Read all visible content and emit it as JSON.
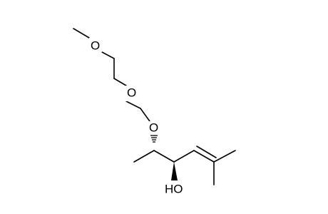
{
  "molecule": {
    "atoms": {
      "o_methoxy": "O",
      "o_ether": "O",
      "o_acetal": "O",
      "hydroxyl": "HO"
    },
    "colors": {
      "bond": "#000000",
      "background": "#ffffff"
    }
  }
}
